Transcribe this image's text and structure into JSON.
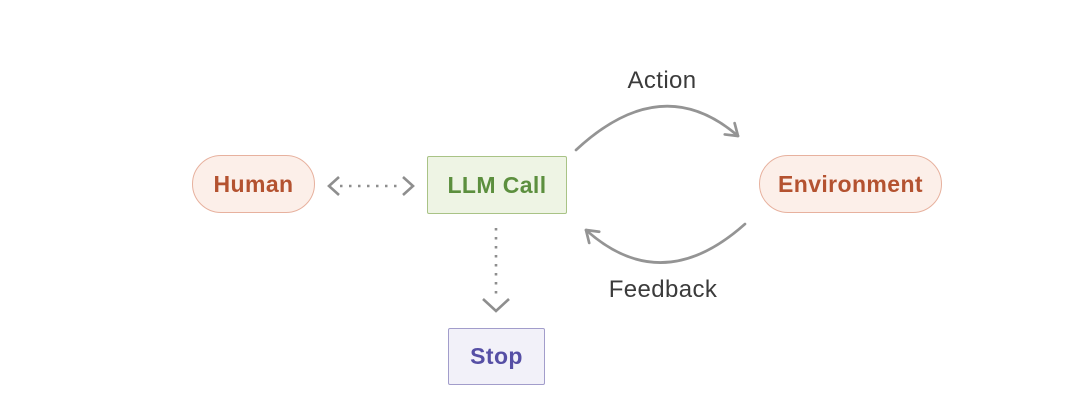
{
  "diagram": {
    "type": "flow-diagram",
    "description": "Agent loop: LLM call interacts with environment via action/feedback, with human interaction and stop condition"
  },
  "nodes": {
    "human": {
      "label": "Human",
      "shape": "pill",
      "text_color": "#b45230",
      "bg_color": "#fcefe9",
      "border_color": "#e7b19e"
    },
    "llm_call": {
      "label": "LLM Call",
      "shape": "rectangle",
      "text_color": "#5c8f3e",
      "bg_color": "#eef4e4",
      "border_color": "#a9c386"
    },
    "environment": {
      "label": "Environment",
      "shape": "pill",
      "text_color": "#b45230",
      "bg_color": "#fcefe9",
      "border_color": "#e7b19e"
    },
    "stop": {
      "label": "Stop",
      "shape": "rectangle",
      "text_color": "#564fa5",
      "bg_color": "#f2f1f9",
      "border_color": "#a29dcb"
    }
  },
  "edges": {
    "action": {
      "label": "Action",
      "from": "llm_call",
      "to": "environment",
      "style": "solid-curved-arrow"
    },
    "feedback": {
      "label": "Feedback",
      "from": "environment",
      "to": "llm_call",
      "style": "solid-curved-arrow"
    },
    "human_llm": {
      "from": "human",
      "to": "llm_call",
      "style": "dashed",
      "direction": "bidirectional"
    },
    "llm_stop": {
      "from": "llm_call",
      "to": "stop",
      "style": "dashed",
      "direction": "down"
    }
  },
  "colors": {
    "background": "#ffffff",
    "solid_arrow": "#949494",
    "dashed_arrow": "#8e8e8e",
    "edge_label_text": "#3b3b3b"
  }
}
